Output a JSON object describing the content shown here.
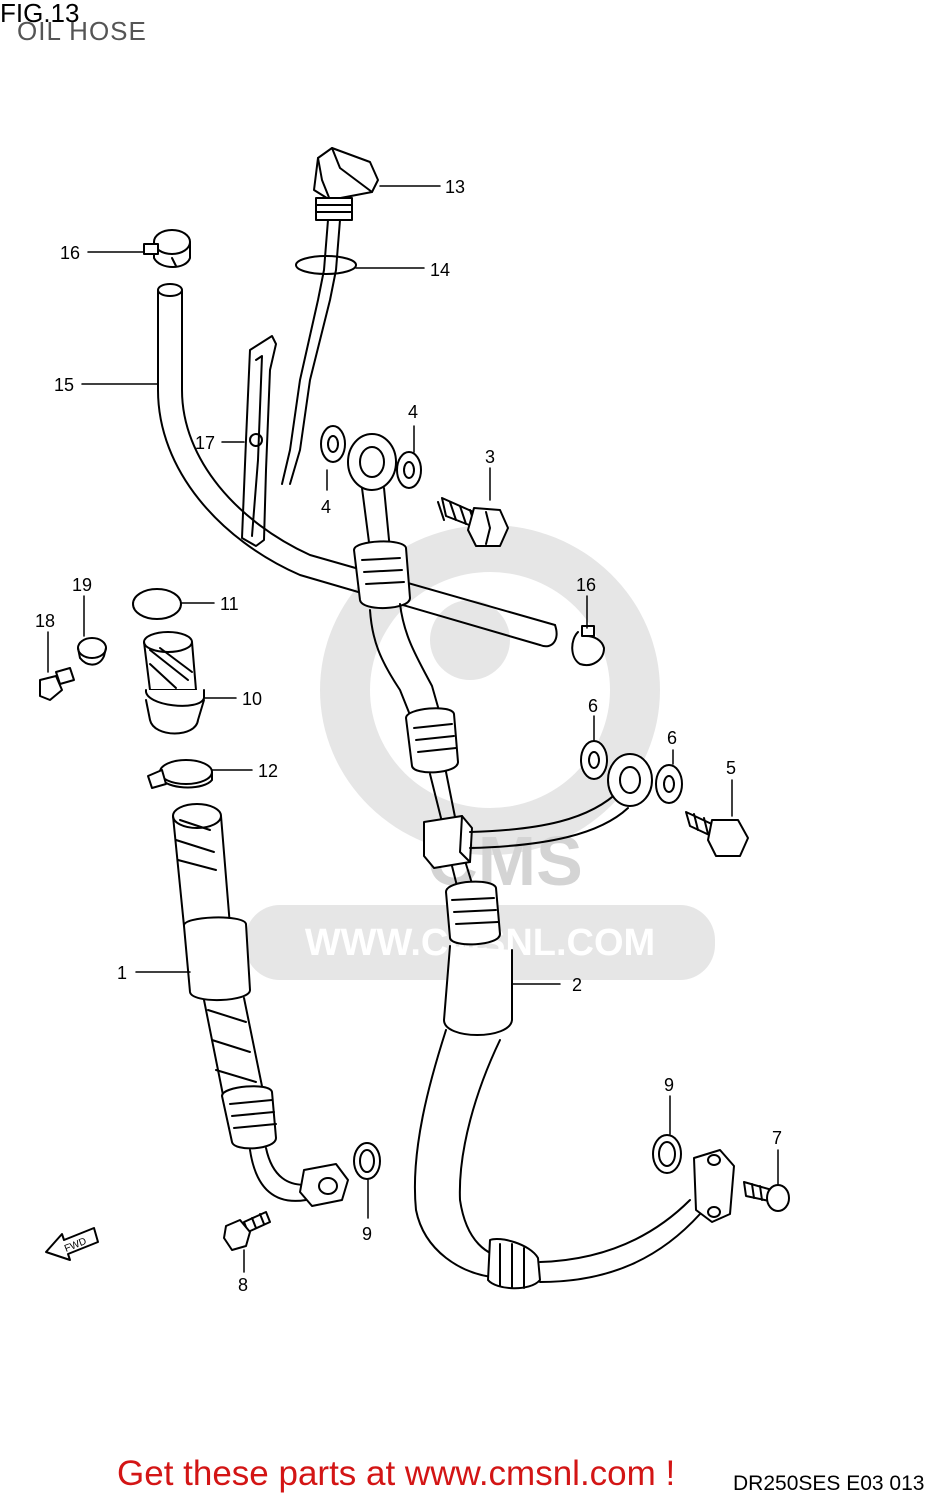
{
  "figure": {
    "title": "FIG.13",
    "subtitle": "OIL HOSE",
    "code": "DR250SES E03  013",
    "banner": "Get these parts at www.cmsnl.com !"
  },
  "watermark": {
    "logo_text": "CMS",
    "site_text": "WWW.CMSNL.COM"
  },
  "fwd_label": "FWD",
  "callouts": {
    "c1": "1",
    "c2": "2",
    "c3": "3",
    "c4a": "4",
    "c4b": "4",
    "c5": "5",
    "c6a": "6",
    "c6b": "6",
    "c7": "7",
    "c8": "8",
    "c9a": "9",
    "c9b": "9",
    "c10": "10",
    "c11": "11",
    "c12": "12",
    "c13": "13",
    "c14": "14",
    "c15": "15",
    "c16a": "16",
    "c16b": "16",
    "c17": "17",
    "c18": "18",
    "c19": "19"
  },
  "colors": {
    "line": "#000000",
    "watermark": "#d9d9d9",
    "banner": "#d31515"
  }
}
